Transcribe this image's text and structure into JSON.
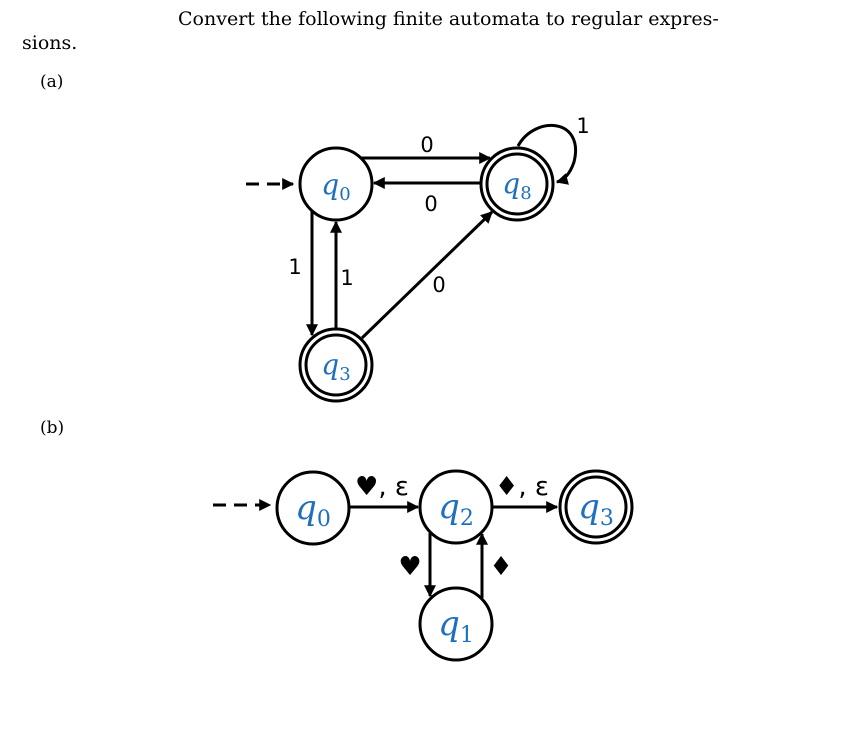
{
  "question": {
    "line1": "Convert the following finite automata to regular expres-",
    "line2": "sions."
  },
  "parts": {
    "a": {
      "label": "(a)"
    },
    "b": {
      "label": "(b)"
    }
  },
  "automaton_a": {
    "states": [
      {
        "id": "q0",
        "base": "q",
        "sub": "0",
        "start": true,
        "accept": false
      },
      {
        "id": "q8",
        "base": "q",
        "sub": "8",
        "start": false,
        "accept": true
      },
      {
        "id": "q3",
        "base": "q",
        "sub": "3",
        "start": false,
        "accept": true
      }
    ],
    "transitions": [
      {
        "from": "q0",
        "to": "q8",
        "label": "0"
      },
      {
        "from": "q8",
        "to": "q0",
        "label": "0"
      },
      {
        "from": "q8",
        "to": "q8",
        "label": "1"
      },
      {
        "from": "q0",
        "to": "q3",
        "label": "1"
      },
      {
        "from": "q3",
        "to": "q0",
        "label": "1"
      },
      {
        "from": "q3",
        "to": "q8",
        "label": "0"
      }
    ]
  },
  "automaton_b": {
    "states": [
      {
        "id": "q0",
        "base": "q",
        "sub": "0",
        "start": true,
        "accept": false
      },
      {
        "id": "q2",
        "base": "q",
        "sub": "2",
        "start": false,
        "accept": false
      },
      {
        "id": "q3",
        "base": "q",
        "sub": "3",
        "start": false,
        "accept": true
      },
      {
        "id": "q1",
        "base": "q",
        "sub": "1",
        "start": false,
        "accept": false
      }
    ],
    "transitions": [
      {
        "from": "q0",
        "to": "q2",
        "label": "♥, ε"
      },
      {
        "from": "q2",
        "to": "q3",
        "label": "♦, ε"
      },
      {
        "from": "q2",
        "to": "q1",
        "label": "♥"
      },
      {
        "from": "q1",
        "to": "q2",
        "label": "♦"
      }
    ]
  },
  "colors": {
    "state_name": "#1f6fbf",
    "stroke": "#000000"
  }
}
